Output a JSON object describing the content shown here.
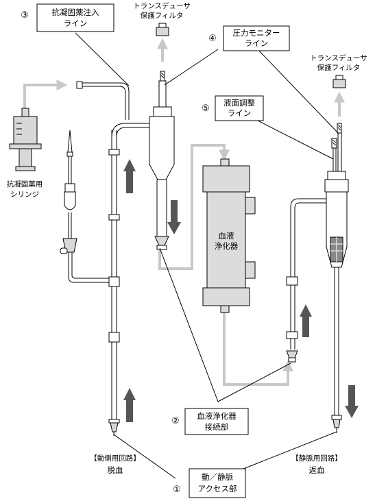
{
  "colors": {
    "flow_arrow": "#555555",
    "blood_path": "#c8c8c8",
    "purifier_fill": "#dcdcdc",
    "line": "#000000"
  },
  "labels": {
    "anticoagulant_line": {
      "number": "③",
      "line1": "抗凝固薬注入",
      "line2": "ライン"
    },
    "filter_left": {
      "line1": "トランスデューサ",
      "line2": "保護フィルタ"
    },
    "pressure_monitor": {
      "number": "④",
      "line1": "圧力モニター",
      "line2": "ライン"
    },
    "filter_right": {
      "line1": "トランスデューサ",
      "line2": "保護フィルタ"
    },
    "level_adjust": {
      "number": "⑤",
      "line1": "液面調整",
      "line2": "ライン"
    },
    "syringe": {
      "line1": "抗凝固薬用",
      "line2": "シリンジ"
    },
    "purifier": {
      "line1": "血液",
      "line2": "浄化器"
    },
    "purifier_connection": {
      "number": "②",
      "line1": "血液浄化器",
      "line2": "接続部"
    },
    "arterial_circuit": {
      "line1": "【動側用回路】",
      "line2": "脱血"
    },
    "venous_circuit": {
      "line1": "【静脈用回路】",
      "line2": "返血"
    },
    "access": {
      "number": "①",
      "line1": "動／静脈",
      "line2": "アクセス部"
    }
  },
  "icons": [
    "flow-arrow-up",
    "flow-arrow-down",
    "grey-direction-arrow",
    "syringe",
    "drip-chamber",
    "spike",
    "filter-cap"
  ]
}
